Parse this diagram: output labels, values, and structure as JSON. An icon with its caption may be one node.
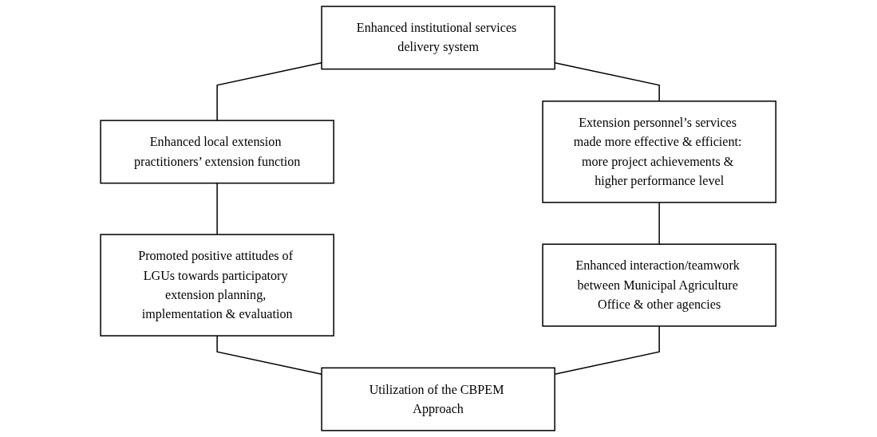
{
  "diagram": {
    "nodes": [
      {
        "text": [
          "Enhanced institutional services delivery system"
        ]
      },
      {
        "text": [
          "Enhanced local extension practitioners’ extension function"
        ]
      },
      {
        "text": [
          "Extension personnel’s services made more effective & efficient: more project achievements & higher performance level"
        ]
      },
      {
        "text": [
          "Promoted positive attitudes of LGUs towards participatory extension planning, implementation & evaluation"
        ]
      },
      {
        "text": [
          "Enhanced interaction/teamwork between Municipal Agriculture Office & other agencies"
        ]
      },
      {
        "text": [
          "Utilization of the CBPEM Approach"
        ]
      }
    ],
    "edges": [
      {
        "from": 0,
        "to": 1,
        "arrow": "none"
      },
      {
        "from": 0,
        "to": 2,
        "arrow": "none"
      },
      {
        "from": 1,
        "to": 3,
        "arrow": "none"
      },
      {
        "from": 2,
        "to": 4,
        "arrow": "none"
      },
      {
        "from": 3,
        "to": 5,
        "arrow": "none"
      },
      {
        "from": 4,
        "to": 5,
        "arrow": "none"
      }
    ]
  }
}
